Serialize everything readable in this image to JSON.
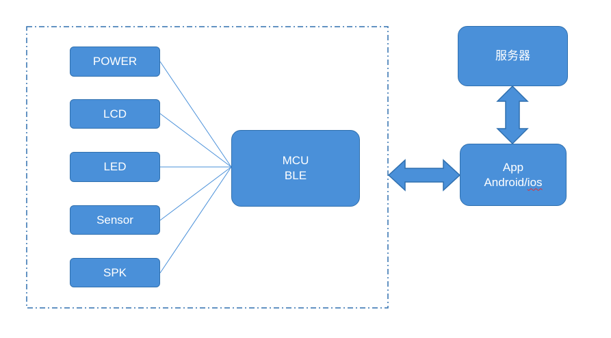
{
  "nodes": {
    "power": {
      "label": "POWER"
    },
    "lcd": {
      "label": "LCD"
    },
    "led": {
      "label": "LED"
    },
    "sensor": {
      "label": "Sensor"
    },
    "spk": {
      "label": "SPK"
    },
    "mcu": {
      "line1": "MCU",
      "line2": "BLE"
    },
    "server": {
      "label": "服务器"
    },
    "app": {
      "line1": "App",
      "line2_main": "Android/",
      "line2_underlined": "ios"
    }
  },
  "colors": {
    "box_fill": "#4a90d9",
    "box_border": "#2f6fae",
    "text": "#ffffff",
    "connector": "#4a90d9",
    "boundary": "#2f6fae"
  }
}
